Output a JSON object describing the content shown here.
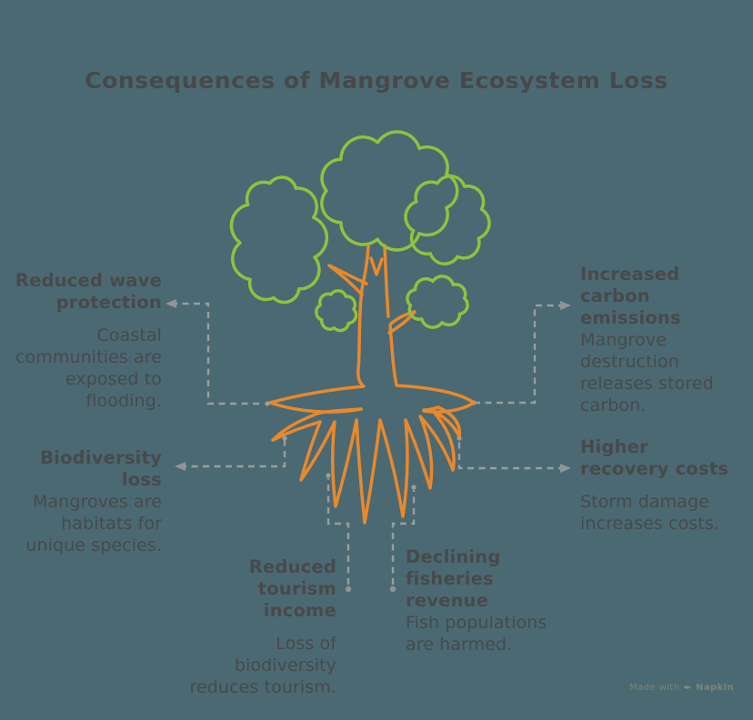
{
  "title": "Consequences of Mangrove Ecosystem Loss",
  "callouts": {
    "wave": {
      "heading": "Reduced wave\nprotection",
      "body": "Coastal\ncommunities are\nexposed to\nflooding."
    },
    "biodiversity": {
      "heading": "Biodiversity\nloss",
      "body": "Mangroves are\nhabitats for\nunique species."
    },
    "carbon": {
      "heading": "Increased\ncarbon\nemissions",
      "body": "Mangrove\ndestruction\nreleases stored\ncarbon."
    },
    "recovery": {
      "heading": "Higher\nrecovery costs",
      "body": "Storm damage\nincreases costs."
    },
    "tourism": {
      "heading": "Reduced\ntourism income",
      "body": "Loss of\nbiodiversity\nreduces tourism."
    },
    "fisheries": {
      "heading": "Declining\nfisheries\nrevenue",
      "body": "Fish populations\nare harmed."
    }
  },
  "watermark": {
    "prefix": "Made with",
    "brand": "Napkin",
    "icon": "pen-nib-icon",
    "glyph": "✒"
  },
  "colors": {
    "background": "#4b6973",
    "canopy_green": "#8ec33c",
    "trunk_orange": "#e8892c",
    "text_dark": "#474a4b",
    "connector_gray": "#a0a5a4",
    "arrowhead_gray": "#8f9594",
    "watermark_olive": "#7e8470"
  }
}
